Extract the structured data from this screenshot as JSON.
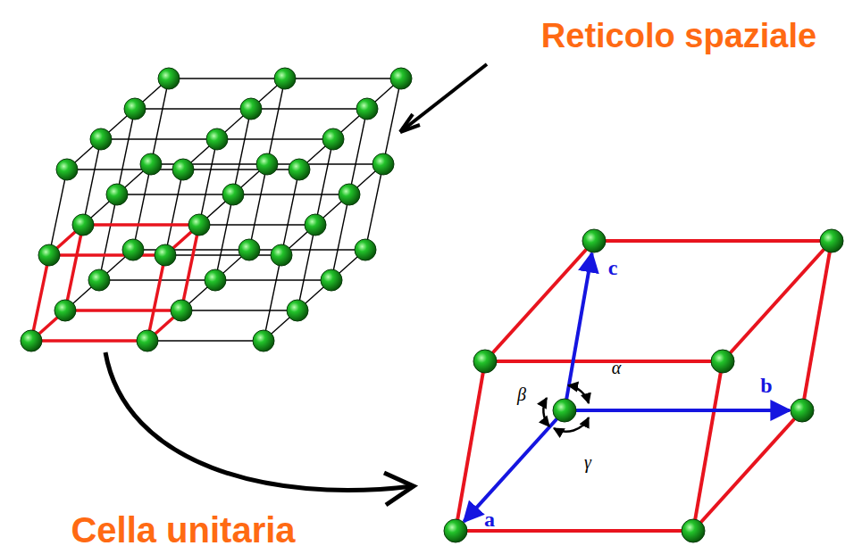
{
  "diagram": {
    "labels": [
      "Reticolo spaziale",
      "Cella unitaria",
      "a",
      "b",
      "c",
      "α",
      "β",
      "γ"
    ]
  }
}
